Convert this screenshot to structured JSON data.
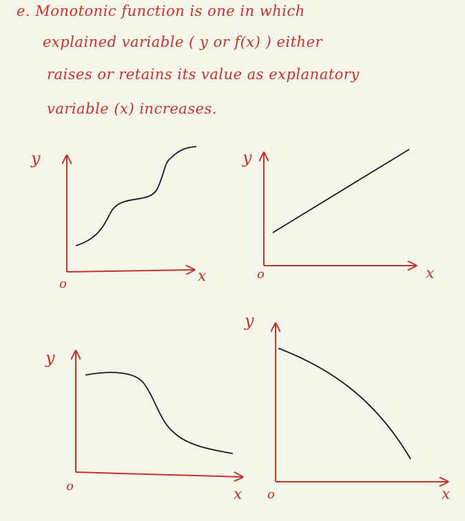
{
  "colors": {
    "ink_red": "#c4332d",
    "ink_black": "#1a1a1a",
    "paper": "#f6f5ea"
  },
  "note": {
    "lines": [
      {
        "text": "e.  Monotonic function is one in which"
      },
      {
        "text": "explained variable ( y or f(x) ) either"
      },
      {
        "text": "raises or retains its value as explanatory"
      },
      {
        "text": "variable (x) increases."
      }
    ]
  },
  "plots": [
    {
      "y_label": "y",
      "x_label": "x",
      "origin_label": "o",
      "curve": "s-shaped increasing"
    },
    {
      "y_label": "y",
      "x_label": "x",
      "origin_label": "o",
      "curve": "linear increasing"
    },
    {
      "y_label": "y",
      "x_label": "x",
      "origin_label": "o",
      "curve": "s-shaped decreasing"
    },
    {
      "y_label": "y",
      "x_label": "x",
      "origin_label": "o",
      "curve": "concave decreasing"
    }
  ]
}
